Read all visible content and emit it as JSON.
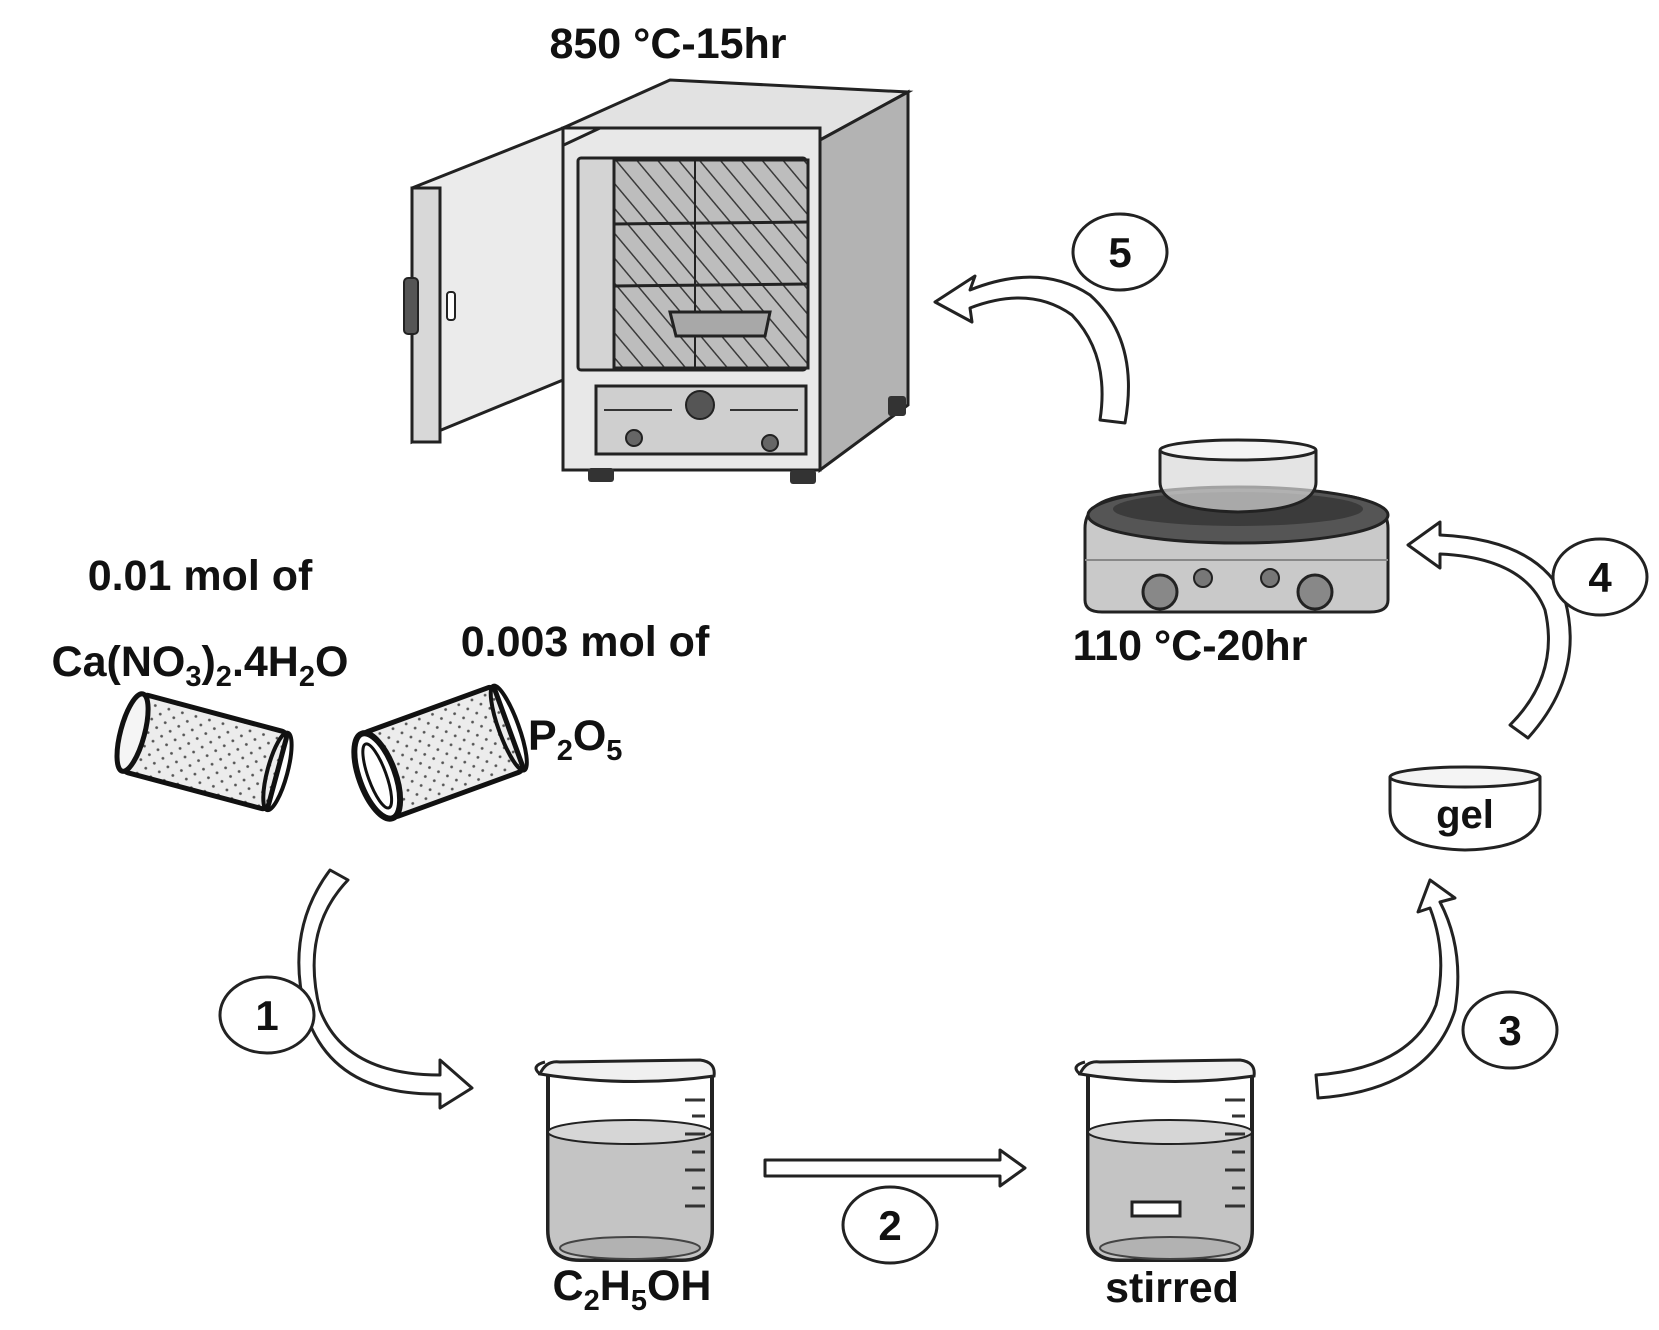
{
  "labels": {
    "furnace": "850 °C-15hr",
    "hotplate": "110 °C-20hr",
    "ca_amount": "0.01 mol of",
    "p_amount": "0.003 mol of",
    "gel": "gel",
    "stirred": "stirred"
  },
  "formulas": {
    "ca": [
      {
        "t": "Ca(NO",
        "s": false
      },
      {
        "t": "3",
        "s": true
      },
      {
        "t": ")",
        "s": false
      },
      {
        "t": "2",
        "s": true
      },
      {
        "t": ".4H",
        "s": false
      },
      {
        "t": "2",
        "s": true
      },
      {
        "t": "O",
        "s": false
      }
    ],
    "p2o5": [
      {
        "t": "P",
        "s": false
      },
      {
        "t": "2",
        "s": true
      },
      {
        "t": "O",
        "s": false
      },
      {
        "t": "5",
        "s": true
      }
    ],
    "ethanol": [
      {
        "t": "C",
        "s": false
      },
      {
        "t": "2",
        "s": true
      },
      {
        "t": "H",
        "s": false
      },
      {
        "t": "5",
        "s": true
      },
      {
        "t": "OH",
        "s": false
      }
    ]
  },
  "steps": [
    "1",
    "2",
    "3",
    "4",
    "5"
  ]
}
